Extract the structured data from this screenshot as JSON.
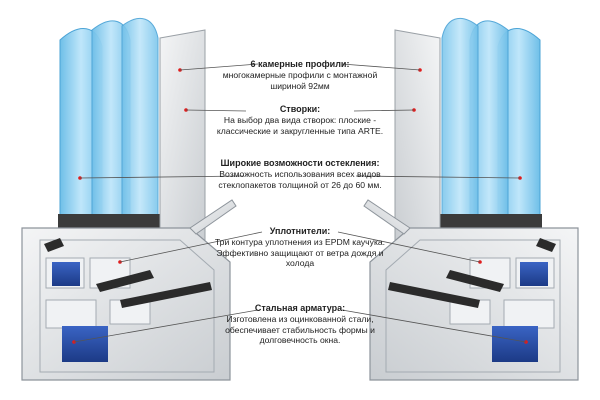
{
  "annotations": [
    {
      "title": "6 камерные профили:",
      "text": "многокамерные профили с монтажной шириной 92мм"
    },
    {
      "title": "Створки:",
      "text": "На выбор два вида створок: плоские - классические и закругленные типа ARTE."
    },
    {
      "title": "Широкие возможности остекления:",
      "text": "Возможность использования всех видов стеклопакетов толщиной от 26 до 60 мм."
    },
    {
      "title": "Уплотнители:",
      "text": "Три контура уплотнения из EPDM каучука. Эффективно защищают от ветра дождя и холода"
    },
    {
      "title": "Стальная арматура:",
      "text": "Изготовлена из оцинкованной стали, обеспечивает стабильность формы и долговечность окна."
    }
  ],
  "icons": {
    "left_section": "window-profile-cross-section-left-icon",
    "right_section": "window-profile-cross-section-right-icon",
    "marker": "red-dot-marker-icon"
  },
  "colors": {
    "glass": "#8ccff0",
    "profile": "#e6e8ea",
    "steel": "#2a4fa8",
    "seal": "#2b2b2b",
    "marker": "#e01c1c",
    "text": "#222222"
  }
}
